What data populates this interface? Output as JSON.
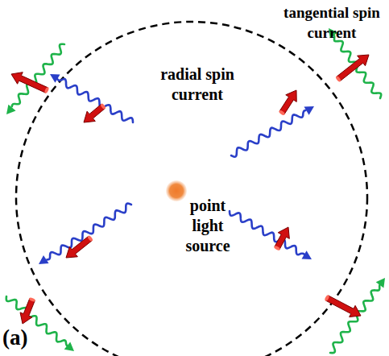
{
  "diagram": {
    "labels": [
      "tangential spin current",
      "radial spin current",
      "point light source",
      "(a)"
    ]
  }
}
